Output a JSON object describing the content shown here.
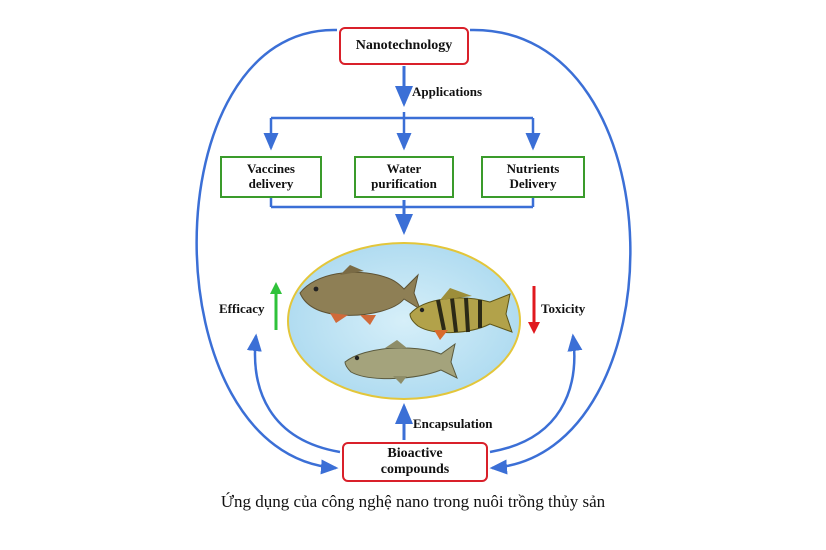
{
  "nodes": {
    "nanotechnology": "Nanotechnology",
    "vaccines": [
      "Vaccines",
      "delivery"
    ],
    "water": [
      "Water",
      "purification"
    ],
    "nutrients": [
      "Nutrients",
      "Delivery"
    ],
    "bioactive": [
      "Bioactive",
      "compounds"
    ]
  },
  "labels": {
    "applications": "Applications",
    "efficacy": "Efficacy",
    "toxicity": "Toxicity",
    "encapsulation": "Encapsulation"
  },
  "caption": "Ứng dụng của công nghệ nano trong nuôi trồng thủy sản",
  "colors": {
    "arrow_blue": "#3b6fd6",
    "box_red": "#d9202a",
    "box_green": "#3a9b2b",
    "efficacy_green": "#2fc23a",
    "toxicity_red": "#e0191f",
    "ellipse_fill": "#bfe3f4",
    "ellipse_border": "#e3c63a"
  }
}
